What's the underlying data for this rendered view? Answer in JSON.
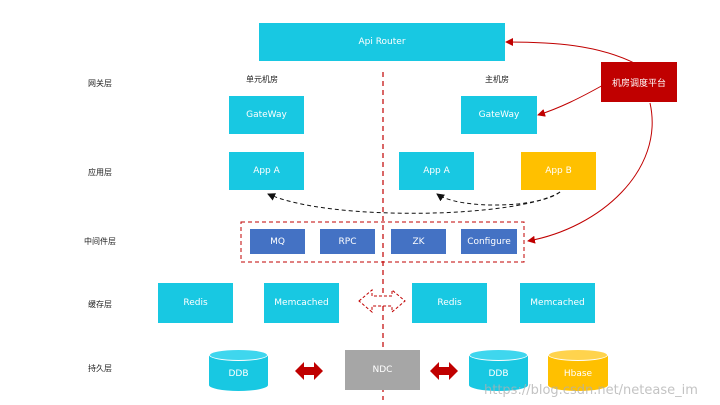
{
  "layers": {
    "gateway": "网关层",
    "app": "应用层",
    "middleware": "中间件层",
    "cache": "缓存层",
    "persist": "持久层"
  },
  "rooms": {
    "unit": "单元机房",
    "main": "主机房"
  },
  "nodes": {
    "api_router": "Api Router",
    "scheduler": "机房调度平台",
    "gateway_left": "GateWay",
    "gateway_right": "GateWay",
    "app_a_left": "App A",
    "app_a_right": "App A",
    "app_b": "App B",
    "mq": "MQ",
    "rpc": "RPC",
    "zk": "ZK",
    "configure": "Configure",
    "redis_left": "Redis",
    "memcached_left": "Memcached",
    "redis_right": "Redis",
    "memcached_right": "Memcached",
    "ddb_left": "DDB",
    "ndc": "NDC",
    "ddb_right": "DDB",
    "hbase": "Hbase"
  },
  "watermark": "https://blog.csdn.net/netease_im",
  "colors": {
    "cyan": "#18c8e2",
    "blue": "#4472c4",
    "yellow": "#ffc000",
    "gray": "#a6a6a6",
    "red": "#c00000"
  }
}
